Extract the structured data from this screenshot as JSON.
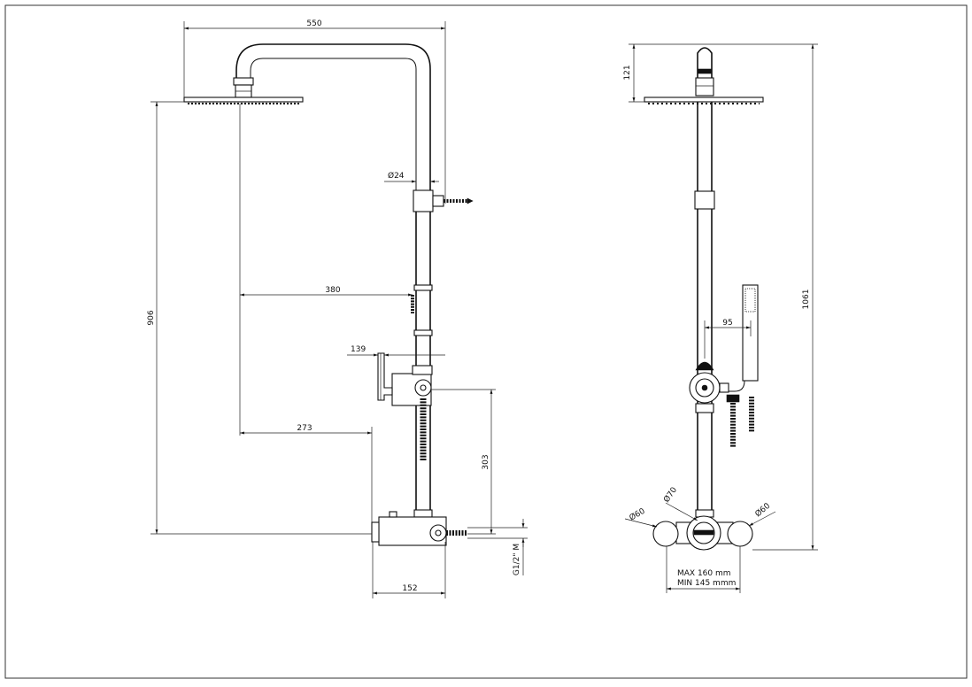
{
  "front_view": {
    "dims": {
      "width_550": "550",
      "pipe_dia": "Ø24",
      "arm_380": "380",
      "height_906": "906",
      "offset_139": "139",
      "spout_273": "273",
      "height_303": "303",
      "depth_152": "152",
      "thread": "G1/2\" M"
    }
  },
  "side_view": {
    "dims": {
      "head_121": "121",
      "total_1061": "1061",
      "hand_95": "95",
      "dia_70": "Ø70",
      "dia_60_left": "Ø60",
      "dia_60_right": "Ø60",
      "max_spacing": "MAX 160 mm",
      "min_spacing": "MIN 145 mmm"
    }
  }
}
